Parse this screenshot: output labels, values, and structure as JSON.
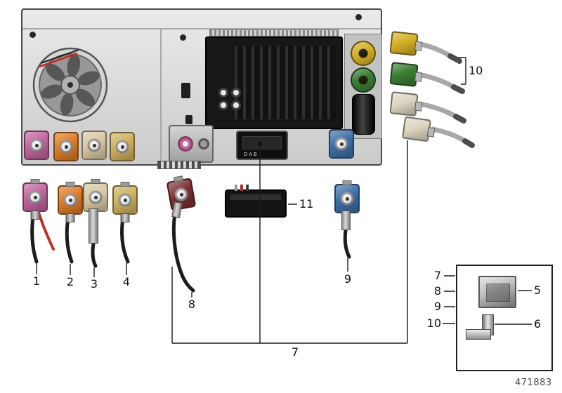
{
  "diagram": {
    "part_number": "471883",
    "dab_port_label": "DAB"
  },
  "callouts": {
    "n1": "1",
    "n2": "2",
    "n3": "3",
    "n4": "4",
    "n5": "5",
    "n6": "6",
    "n7": "7",
    "n8": "8",
    "n9": "9",
    "n10": "10",
    "n11": "11"
  },
  "colors": {
    "fakra_pink": "#c0649c",
    "fakra_orange": "#dc7b28",
    "fakra_beige": "#d8c8a2",
    "fakra_khaki": "#cdb05e",
    "fakra_darkred": "#7d3032",
    "fakra_blue": "#3c6fa8",
    "aerial_yellow": "#d4af24",
    "aerial_green": "#3a7d33",
    "aerial_cream": "#ddd5c0",
    "cable_red": "#c03028"
  }
}
